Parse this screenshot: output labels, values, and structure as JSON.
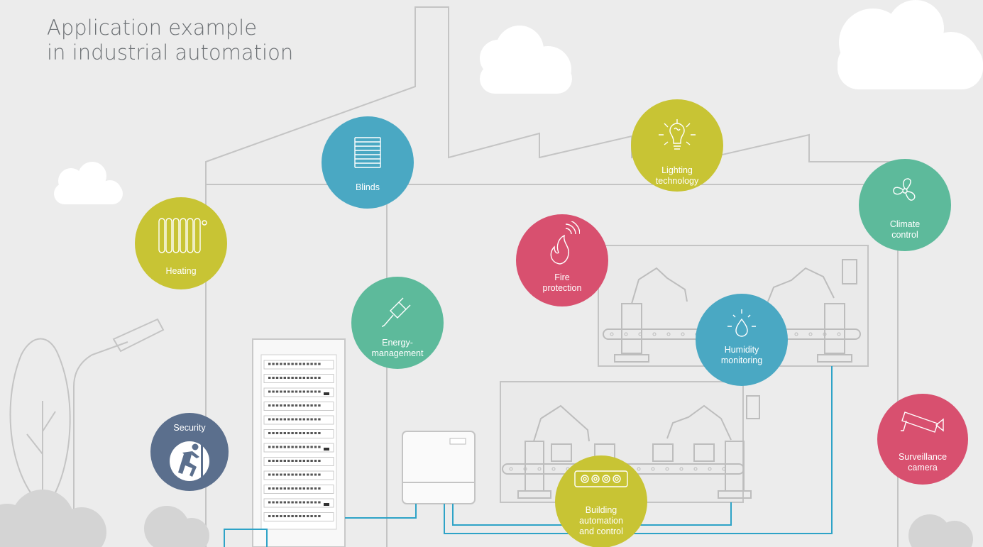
{
  "title": {
    "line1": "Application example",
    "line2": "in industrial automation"
  },
  "colors": {
    "background": "#ececec",
    "line": "#c4c4c4",
    "cable": "#2ea3c7",
    "olive": "#c8c434",
    "teal": "#4aa8c3",
    "green": "#5dba9b",
    "pink": "#d8506f",
    "slate": "#5b6f8d"
  },
  "bubbles": {
    "blinds": {
      "label": "Blinds",
      "icon": "blinds-icon"
    },
    "lighting": {
      "label": "Lighting\ntechnology",
      "icon": "light-bulb-icon"
    },
    "climate": {
      "label": "Climate\ncontrol",
      "icon": "fan-icon"
    },
    "heating": {
      "label": "Heating",
      "icon": "radiator-icon"
    },
    "fire": {
      "label": "Fire\nprotection",
      "icon": "flame-icon"
    },
    "energy": {
      "label": "Energy-\nmanagement",
      "icon": "plug-icon"
    },
    "humidity": {
      "label": "Humidity\nmonitoring",
      "icon": "water-drop-icon"
    },
    "security": {
      "label": "Security",
      "icon": "running-person-icon"
    },
    "surveillance": {
      "label": "Surveillance\ncamera",
      "icon": "camera-icon"
    },
    "building": {
      "label": "Building\nautomation\nand control",
      "icon": "control-module-icon"
    }
  }
}
